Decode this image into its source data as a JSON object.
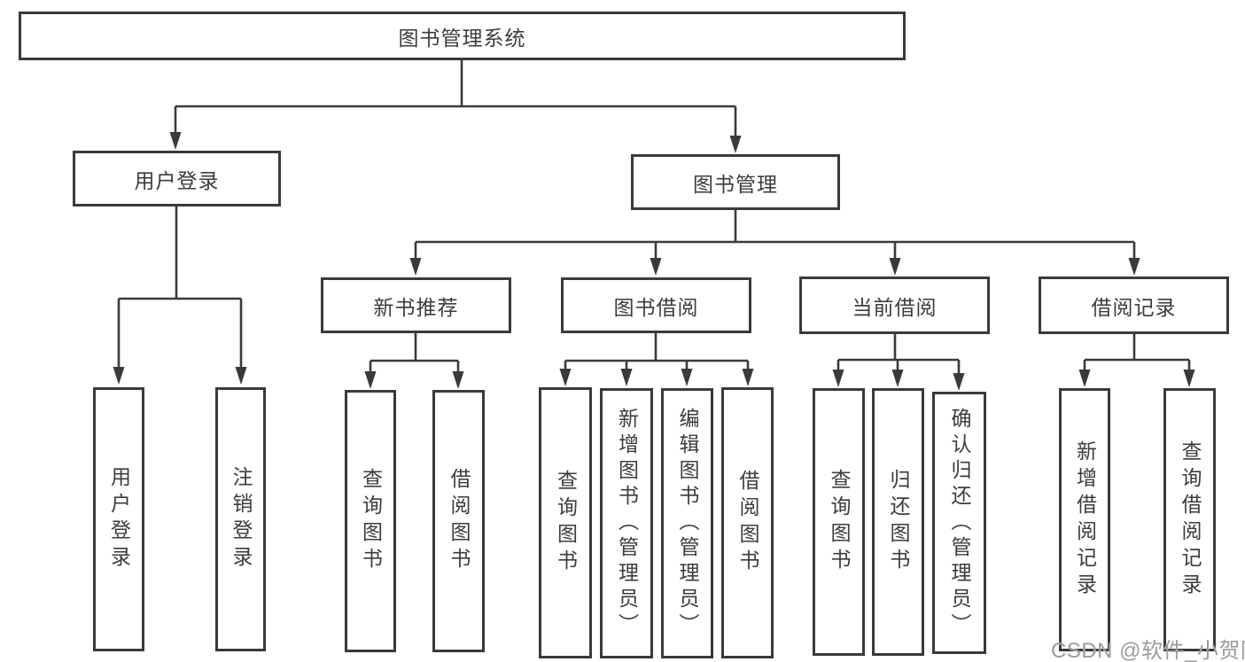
{
  "diagram": {
    "root": "图书管理系统",
    "level2": [
      "用户登录",
      "图书管理"
    ],
    "level3": [
      "新书推荐",
      "图书借阅",
      "当前借阅",
      "借阅记录"
    ],
    "leaves": [
      "用户登录",
      "注销登录",
      "查询图书",
      "借阅图书",
      "查询图书",
      "新增图书（管理员）",
      "编辑图书（管理员）",
      "借阅图书",
      "查询图书",
      "归还图书",
      "确认归还（管理员）",
      "新增借阅记录",
      "查询借阅记录"
    ]
  },
  "watermark": "CSDN @软件_小贺同学",
  "colors": {
    "line": "#3a3a3a",
    "box_border": "#3a3a3a",
    "text": "#3c3c3c",
    "watermark": "#9b9b9b",
    "background": "#ffffff"
  }
}
